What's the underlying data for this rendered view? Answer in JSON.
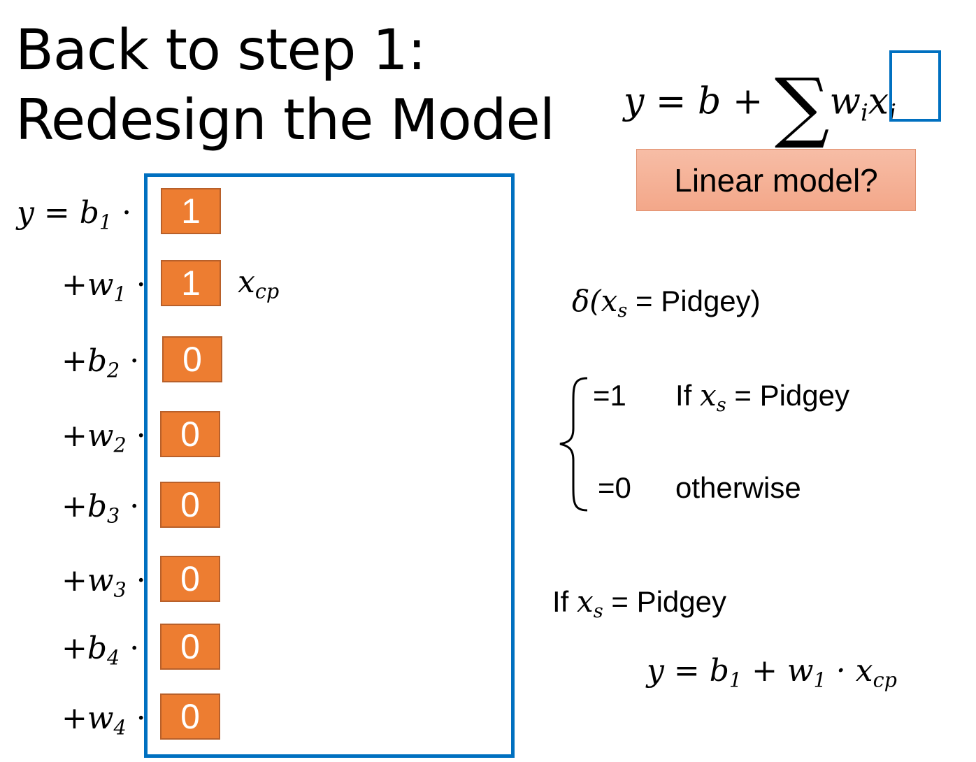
{
  "title": {
    "line1": "Back to step 1:",
    "line2": "Redesign the Model"
  },
  "top_equation": {
    "lhs": "y = b + ",
    "sum": "∑",
    "w": "w",
    "w_sub": "i",
    "x": "x",
    "x_sub": "i"
  },
  "badge": {
    "label": "Linear model?"
  },
  "terms": [
    {
      "prefix": "y = ",
      "var": "b",
      "sub": "1",
      "dot": " ·",
      "value": "1"
    },
    {
      "prefix": "+",
      "var": "w",
      "sub": "1",
      "dot": " ·",
      "value": "1"
    },
    {
      "prefix": "+",
      "var": "b",
      "sub": "2",
      "dot": " ·",
      "value": "0"
    },
    {
      "prefix": "+",
      "var": "w",
      "sub": "2",
      "dot": " ·",
      "value": "0"
    },
    {
      "prefix": "+",
      "var": "b",
      "sub": "3",
      "dot": " ·",
      "value": "0"
    },
    {
      "prefix": "+",
      "var": "w",
      "sub": "3",
      "dot": " ·",
      "value": "0"
    },
    {
      "prefix": "+",
      "var": "b",
      "sub": "4",
      "dot": " ·",
      "value": "0"
    },
    {
      "prefix": "+",
      "var": "w",
      "sub": "4",
      "dot": " ·",
      "value": "0"
    }
  ],
  "xcp": {
    "x": "x",
    "sub": "cp"
  },
  "delta": {
    "open": "δ(",
    "x": "x",
    "sub": "s",
    "rest": " = Pidgey)"
  },
  "cases": [
    {
      "value": "=1",
      "cond_prefix": "If ",
      "x": "x",
      "sub": "s",
      "cond_rest": " = Pidgey"
    },
    {
      "value": "=0",
      "cond": "otherwise"
    }
  ],
  "conclusion": {
    "cond_prefix": "If ",
    "x": "x",
    "sub": "s",
    "cond_rest": " = Pidgey",
    "eq": {
      "a": "y = b",
      "a_sub": "1",
      "b": " + w",
      "b_sub": "1",
      "c": " · x",
      "c_sub": "cp"
    }
  },
  "colors": {
    "accent_blue": "#0070c0",
    "orange": "#ed7d31",
    "badge": "#f5b29a"
  }
}
